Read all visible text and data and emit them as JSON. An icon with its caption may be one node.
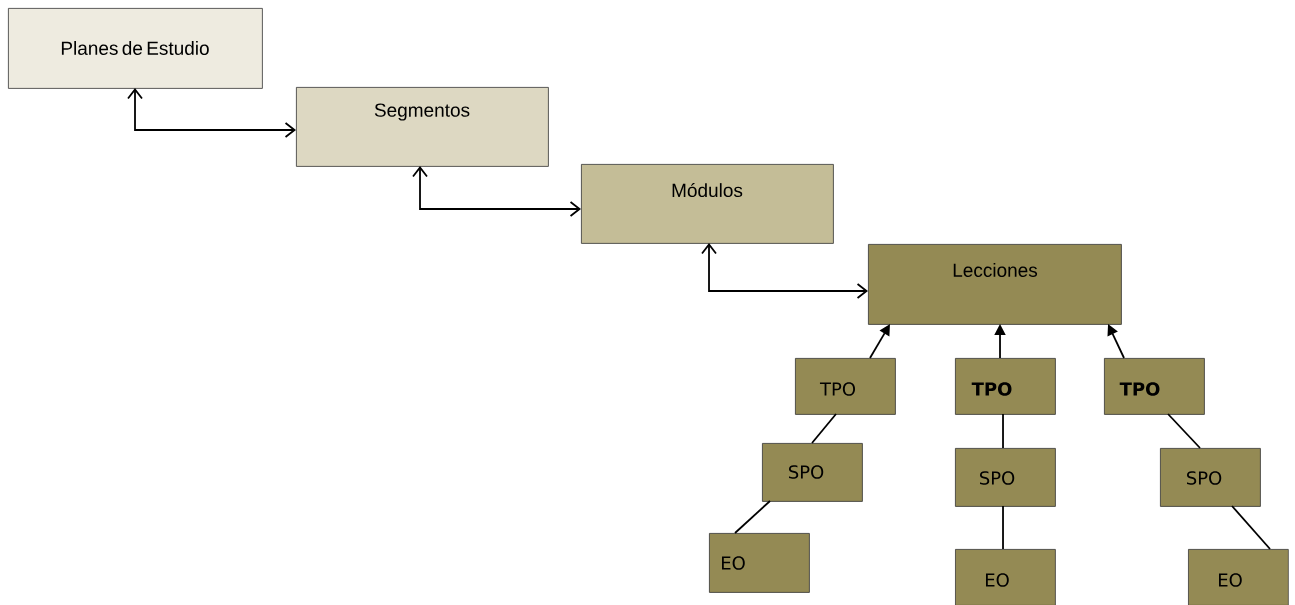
{
  "diagram": {
    "nodes": [
      {
        "text": [
          "Planes de Estudio"
        ]
      },
      {
        "text": [
          "Segmentos"
        ]
      },
      {
        "text": [
          "Módulos"
        ]
      },
      {
        "text": [
          "Lecciones"
        ]
      },
      {
        "text": [
          "TPO"
        ]
      },
      {
        "text": [
          "TPO"
        ]
      },
      {
        "text": [
          "TPO"
        ]
      },
      {
        "text": [
          "SPO"
        ]
      },
      {
        "text": [
          "SPO"
        ]
      },
      {
        "text": [
          "SPO"
        ]
      },
      {
        "text": [
          "EO"
        ]
      },
      {
        "text": [
          "EO"
        ]
      },
      {
        "text": [
          "EO"
        ]
      }
    ],
    "edges": [
      {
        "from": 0,
        "to": 1,
        "arrow": "both"
      },
      {
        "from": 1,
        "to": 2,
        "arrow": "both"
      },
      {
        "from": 2,
        "to": 3,
        "arrow": "both"
      },
      {
        "from": 4,
        "to": 3,
        "arrow": "to"
      },
      {
        "from": 5,
        "to": 3,
        "arrow": "to"
      },
      {
        "from": 6,
        "to": 3,
        "arrow": "to"
      },
      {
        "from": 4,
        "to": 7,
        "arrow": "none"
      },
      {
        "from": 7,
        "to": 10,
        "arrow": "none"
      },
      {
        "from": 5,
        "to": 8,
        "arrow": "none"
      },
      {
        "from": 8,
        "to": 11,
        "arrow": "none"
      },
      {
        "from": 6,
        "to": 9,
        "arrow": "none"
      },
      {
        "from": 9,
        "to": 12,
        "arrow": "none"
      }
    ]
  }
}
